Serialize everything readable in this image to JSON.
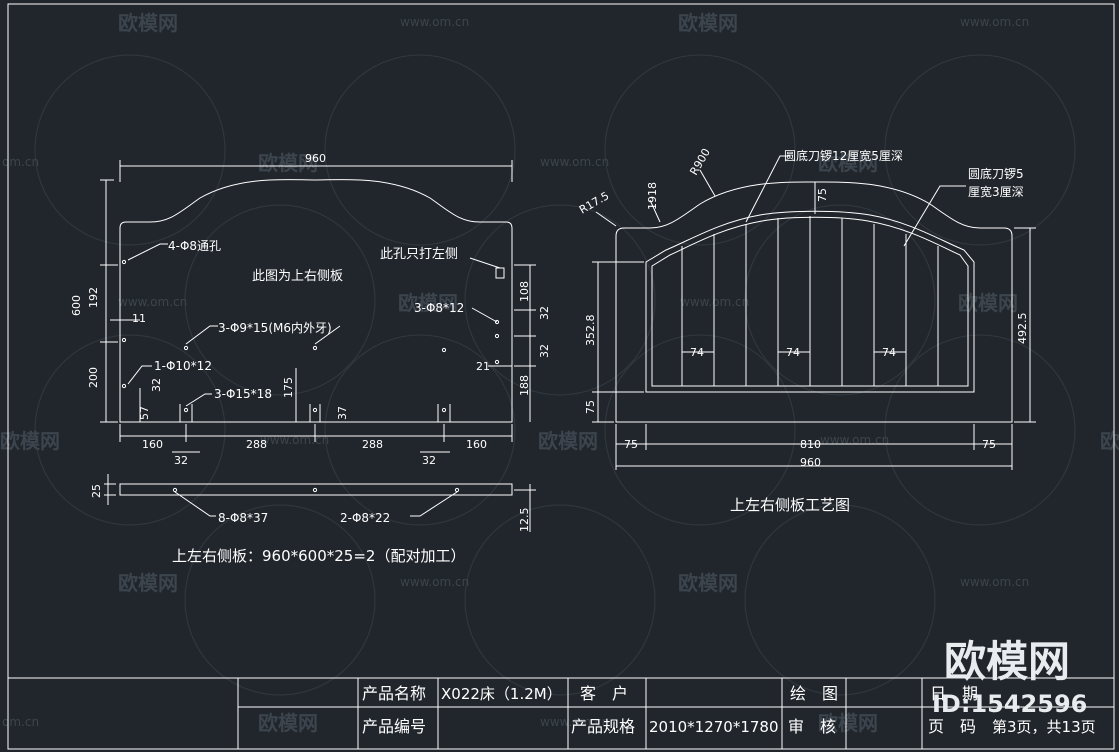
{
  "watermark": {
    "brand": "欧模网",
    "url": "www.om.cn",
    "url_short": "om.cn"
  },
  "corner_logo": {
    "brand": "欧模网",
    "id": "ID:1542596"
  },
  "left_view": {
    "dims": {
      "width_960": "960",
      "height_600": "600",
      "d192": "192",
      "d200": "200",
      "d11": "11",
      "d32a": "32",
      "d57": "57",
      "d175": "175",
      "d37": "37",
      "d108": "108",
      "d32b": "32",
      "d32c": "32",
      "d21": "21",
      "d188": "188",
      "d160a": "160",
      "d288a": "288",
      "d288b": "288",
      "d160b": "160",
      "d32x1": "32",
      "d32x2": "32",
      "d25": "25",
      "d12_5": "12.5"
    },
    "notes": {
      "through_hole": "4-Φ8通孔",
      "hole_left": "此孔只打左侧",
      "view_title": "此图为上右侧板",
      "holes_9x15": "3-Φ9*15(M6内外牙)",
      "holes_8x12": "3-Φ8*12",
      "hole_10x12": "1-Φ10*12",
      "holes_15x18": "3-Φ15*18",
      "holes_8x37": "8-Φ8*37",
      "holes_8x22": "2-Φ8*22"
    },
    "caption": "上左右侧板：960*600*25=2（配对加工）"
  },
  "right_view": {
    "dims": {
      "r17_5": "R17.5",
      "r1918": "1918",
      "r900": "R900",
      "d75top": "75",
      "d352_8": "352.8",
      "d75left": "75",
      "d492_5": "492.5",
      "d74a": "74",
      "d74b": "74",
      "d74c": "74",
      "d75a": "75",
      "d810": "810",
      "d75b": "75",
      "d960": "960"
    },
    "notes": {
      "groove12": "圆底刀锣12厘宽5厘深",
      "groove5_line1": "圆底刀锣5",
      "groove5_line2": "厘宽3厘深"
    },
    "caption": "上左右侧板工艺图"
  },
  "title_block": {
    "product_name_label": "产品名称",
    "product_name_value": "X022床（1.2M）",
    "customer_label": "客　户",
    "drawing_label": "绘　图",
    "date_label": "日　期",
    "product_code_label": "产品编号",
    "spec_label": "产品规格",
    "spec_value": "2010*1270*1780",
    "review_label": "审　核",
    "page_label": "页　码",
    "page_value": "第3页，共13页"
  },
  "colors": {
    "background": "#21262c",
    "lines": "#ffffff",
    "watermark": "#3c444d"
  }
}
